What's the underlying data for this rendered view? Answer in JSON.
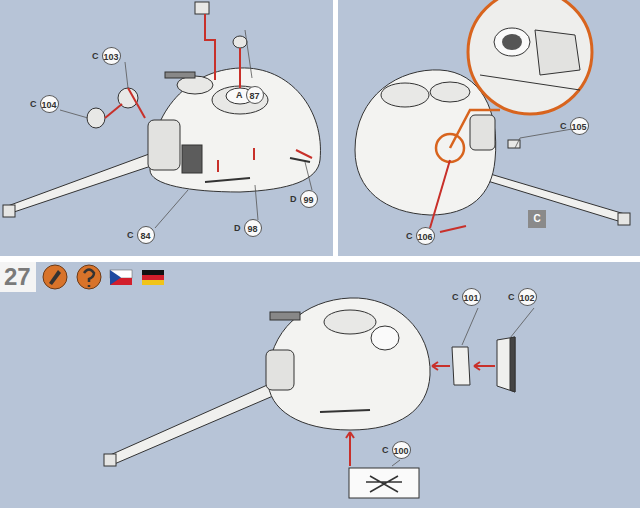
{
  "diagram": {
    "nodes": [
      {
        "text": [
          "A",
          "87"
        ]
      },
      {
        "text": [
          "C",
          "103"
        ]
      },
      {
        "text": [
          "C",
          "104"
        ]
      },
      {
        "text": [
          "D",
          "99"
        ]
      },
      {
        "text": [
          "C",
          "84"
        ]
      },
      {
        "text": [
          "D",
          "98"
        ]
      },
      {
        "text": [
          "C",
          "105"
        ]
      },
      {
        "text": [
          "C",
          "106"
        ]
      },
      {
        "text": [
          "C",
          "101"
        ]
      },
      {
        "text": [
          "C",
          "102"
        ]
      },
      {
        "text": [
          "C",
          "100"
        ]
      }
    ],
    "labels": [
      "27",
      "C"
    ]
  }
}
